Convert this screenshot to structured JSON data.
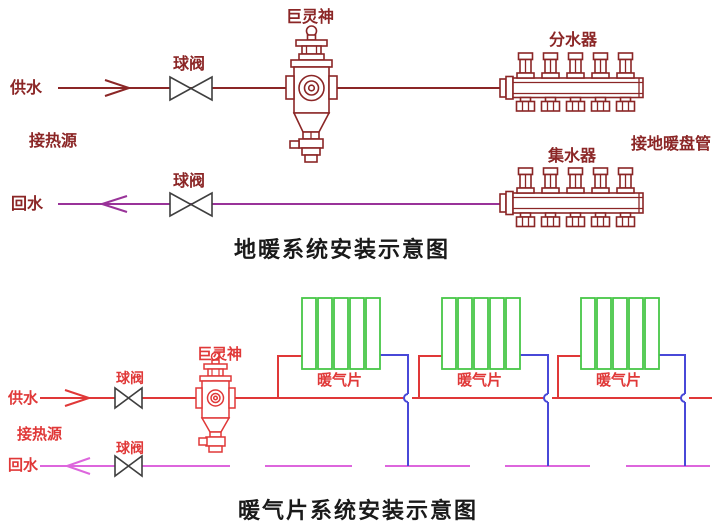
{
  "colors": {
    "dark_red": "#8B2626",
    "purple": "#993399",
    "valve_gray": "#3F3F3F",
    "red": "#E03838",
    "magenta": "#DD66DD",
    "blue": "#4848D8",
    "green": "#47C747",
    "title_black": "#1A1A1A"
  },
  "floor_heating": {
    "title": "地暖系统安装示意图",
    "labels": {
      "supply": "供水",
      "heat_source": "接热源",
      "return_water": "回水",
      "ball_valve_supply": "球阀",
      "ball_valve_return": "球阀",
      "air_separator": "巨灵神",
      "manifold_supply": "分水器",
      "manifold_return": "集水器",
      "coil_note": "接地暖盘管"
    }
  },
  "radiator_system": {
    "title": "暖气片系统安装示意图",
    "labels": {
      "supply": "供水",
      "heat_source": "接热源",
      "return_water": "回水",
      "ball_valve_supply": "球阀",
      "ball_valve_return": "球阀",
      "air_separator": "巨灵神"
    },
    "radiators": [
      "暖气片",
      "暖气片",
      "暖气片"
    ]
  }
}
